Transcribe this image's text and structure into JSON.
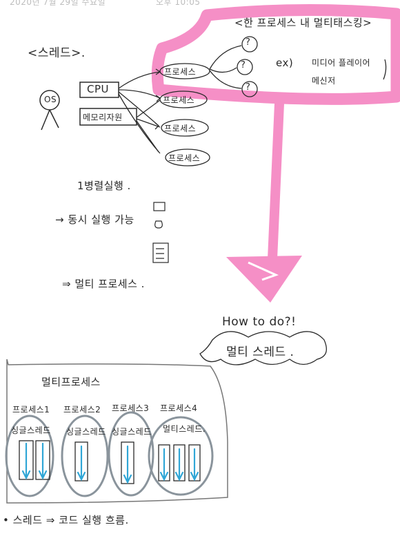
{
  "header": {
    "date": "2020년 7월 29일 수요일",
    "time": "오후 10:05"
  },
  "title": "<스레드>.",
  "diagram": {
    "os_label": "OS",
    "cpu_label": "CPU",
    "memory_label": "메모리자원",
    "process_label": "프로세스"
  },
  "note_box": {
    "title": "<한 프로세스 내 멀티태스킹>",
    "example_prefix": "ex)",
    "example_line1": "미디어 플레이어",
    "example_line2": "메신저",
    "question_mark": "?"
  },
  "notes": {
    "parallel": "1병렬실행 .",
    "simultaneous": "→ 동시 실행 가능",
    "multiprocess": "⇒ 멀티 프로세스 ."
  },
  "howto": {
    "line": "How to do?!",
    "answer": "멀티 스레드 ."
  },
  "bottom": {
    "title": "멀티프로세스",
    "processes": [
      {
        "label": "프로세스1",
        "thread": "싱글스레드"
      },
      {
        "label": "프로세스2",
        "thread": "싱글스레드"
      },
      {
        "label": "프로세스3",
        "thread": "싱글스레드"
      },
      {
        "label": "프로세스4",
        "thread": "멀티스레드."
      }
    ]
  },
  "footer": "• 스레드 ⇒ 코드 실행 흐름.",
  "colors": {
    "highlight": "#f58fc6",
    "arrow": "#2fa6d6",
    "ink": "#2a2a2a",
    "circle": "#8a949c"
  }
}
